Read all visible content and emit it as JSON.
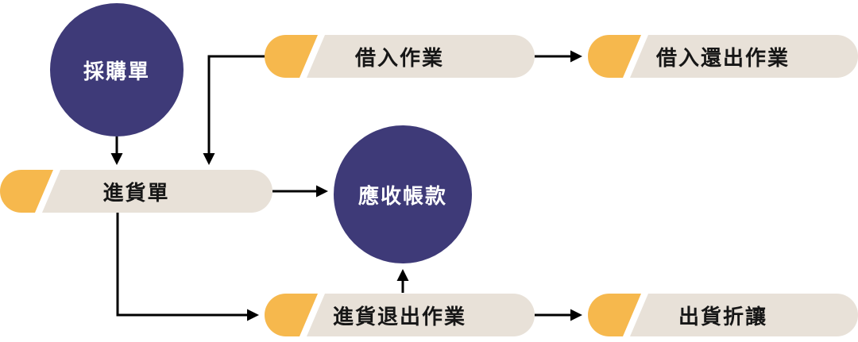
{
  "diagram": {
    "title": "purchase-flow-diagram",
    "nodes": {
      "purchase_order": {
        "label": "採購單",
        "shape": "circle"
      },
      "borrow_in": {
        "label": "借入作業",
        "shape": "pill"
      },
      "borrow_in_return": {
        "label": "借入還出作業",
        "shape": "pill"
      },
      "goods_receipt": {
        "label": "進貨單",
        "shape": "pill"
      },
      "accounts_receivable": {
        "label": "應收帳款",
        "shape": "circle"
      },
      "purchase_return": {
        "label": "進貨退出作業",
        "shape": "pill"
      },
      "shipment_allowance": {
        "label": "出貨折讓",
        "shape": "pill"
      }
    },
    "edges": [
      {
        "from": "採購單",
        "to": "進貨單"
      },
      {
        "from": "借入作業",
        "to": "進貨單"
      },
      {
        "from": "借入作業",
        "to": "借入還出作業"
      },
      {
        "from": "進貨單",
        "to": "應收帳款"
      },
      {
        "from": "進貨單",
        "to": "進貨退出作業"
      },
      {
        "from": "進貨退出作業",
        "to": "應收帳款"
      },
      {
        "from": "進貨退出作業",
        "to": "出貨折讓"
      }
    ],
    "colors": {
      "circle_fill": "#3e3a78",
      "pill_body": "#e8e1d8",
      "pill_accent": "#f6b84d",
      "text_on_circle": "#ffffff",
      "text_on_pill": "#161616",
      "arrow": "#000000"
    }
  }
}
